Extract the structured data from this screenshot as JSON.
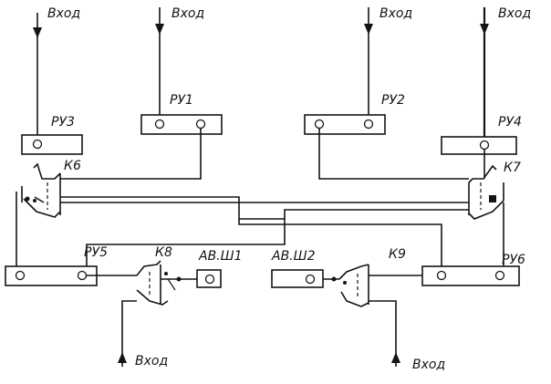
{
  "labels": {
    "input": "Вход",
    "ru1": "РУ1",
    "ru2": "РУ2",
    "ru3": "РУ3",
    "ru4": "РУ4",
    "ru5": "РУ5",
    "ru6": "РУ6",
    "k6": "К6",
    "k7": "К7",
    "k8": "К8",
    "k9": "К9",
    "avsh1": "АВ.Ш1",
    "avsh2": "АВ.Ш2"
  }
}
